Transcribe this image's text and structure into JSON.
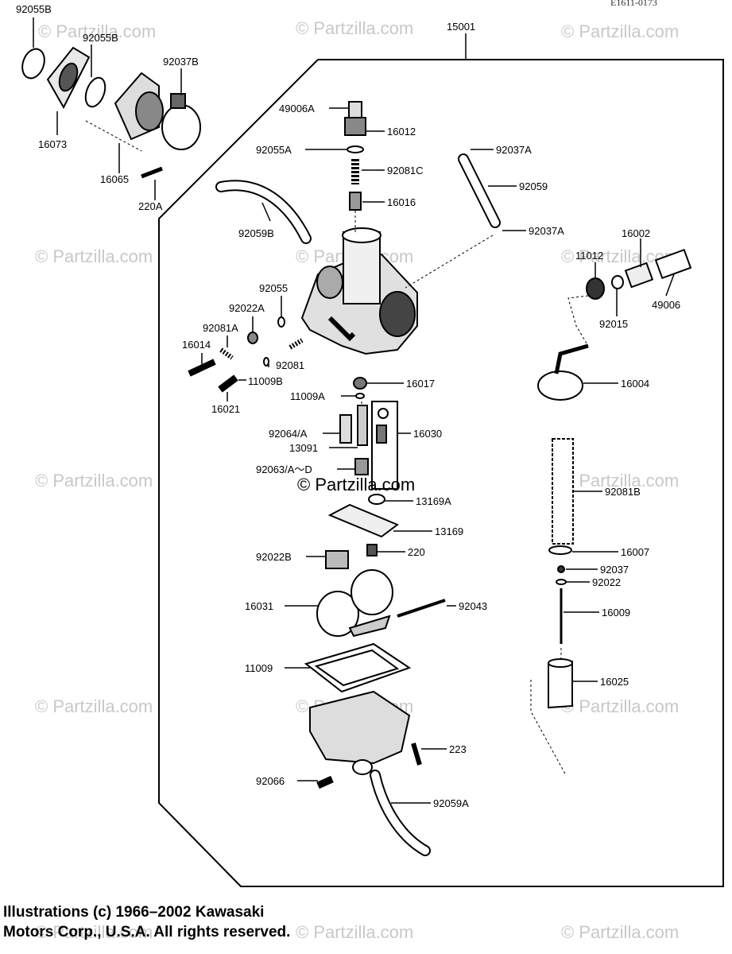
{
  "diagram": {
    "drawing_code": "E1611-0173",
    "assembly_label": "15001",
    "watermark": "© Partzilla.com",
    "center_watermark": "© Partzilla.com",
    "labels": {
      "p92055B_1": "92055B",
      "p92055B_2": "92055B",
      "p92037B": "92037B",
      "p16073": "16073",
      "p16065": "16065",
      "p220A": "220A",
      "p49006A": "49006A",
      "p16012": "16012",
      "p92055A": "92055A",
      "p92081C": "92081C",
      "p16016": "16016",
      "p92037A_1": "92037A",
      "p92059": "92059",
      "p92037A_2": "92037A",
      "p92059B": "92059B",
      "p16002": "16002",
      "p11012": "11012",
      "p49006": "49006",
      "p92015": "92015",
      "p92055": "92055",
      "p92022A": "92022A",
      "p92081A": "92081A",
      "p16014": "16014",
      "p92081": "92081",
      "p11009B": "11009B",
      "p16021": "16021",
      "p16017": "16017",
      "p11009A": "11009A",
      "p16004": "16004",
      "p92064": "92064/A",
      "p16030": "16030",
      "p13091": "13091",
      "p92063": "92063/A～D",
      "p92081B": "92081B",
      "p13169A": "13169A",
      "p13169": "13169",
      "p92022B": "92022B",
      "p220": "220",
      "p16007": "16007",
      "p92037": "92037",
      "p92022": "92022",
      "p16031": "16031",
      "p92043": "92043",
      "p16009": "16009",
      "p11009": "11009",
      "p16025": "16025",
      "p223": "223",
      "p92066": "92066",
      "p92059A": "92059A"
    }
  },
  "copyright": {
    "line1": "Illustrations (c) 1966–2002 Kawasaki",
    "line2": "Motors Corp., U.S.A.  All rights reserved."
  }
}
